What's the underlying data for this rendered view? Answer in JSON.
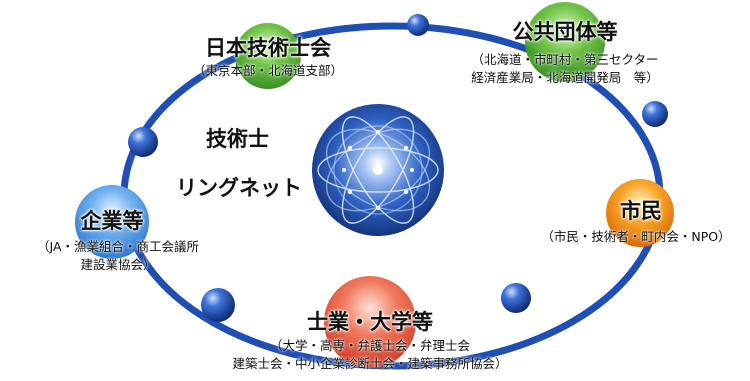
{
  "center": {
    "label_line1": "技術士",
    "label_line2": "リングネット"
  },
  "nodes": [
    {
      "id": "engineers",
      "title": "日本技術士会",
      "sub": [
        "（東京本部・北海道支部）"
      ],
      "color": "green"
    },
    {
      "id": "public",
      "title": "公共団体等",
      "sub": [
        "（北海道・市町村・第三セクター",
        "経済産業局・北海道開発局　等）"
      ],
      "color": "green"
    },
    {
      "id": "citizens",
      "title": "市民",
      "sub": [
        "（市民・技術者・町内会・NPO）"
      ],
      "color": "orange"
    },
    {
      "id": "professions",
      "title": "士業・大学等",
      "sub": [
        "（大学・高専・弁護士会・弁理士会",
        "建築士会・中小企業診断士会・建築事務所協会）"
      ],
      "color": "red"
    },
    {
      "id": "companies",
      "title": "企業等",
      "sub": [
        "（JA・漁業組合・商工会議所",
        "建設業協会）"
      ],
      "color": "blue"
    }
  ],
  "colors": {
    "ring": "#1f4fb5",
    "connector": "#1a3f9e",
    "green": "#43a52a",
    "orange": "#f08a10",
    "red": "#e8563d",
    "blue": "#3c8ee0",
    "globe": "#1d4a9c"
  }
}
